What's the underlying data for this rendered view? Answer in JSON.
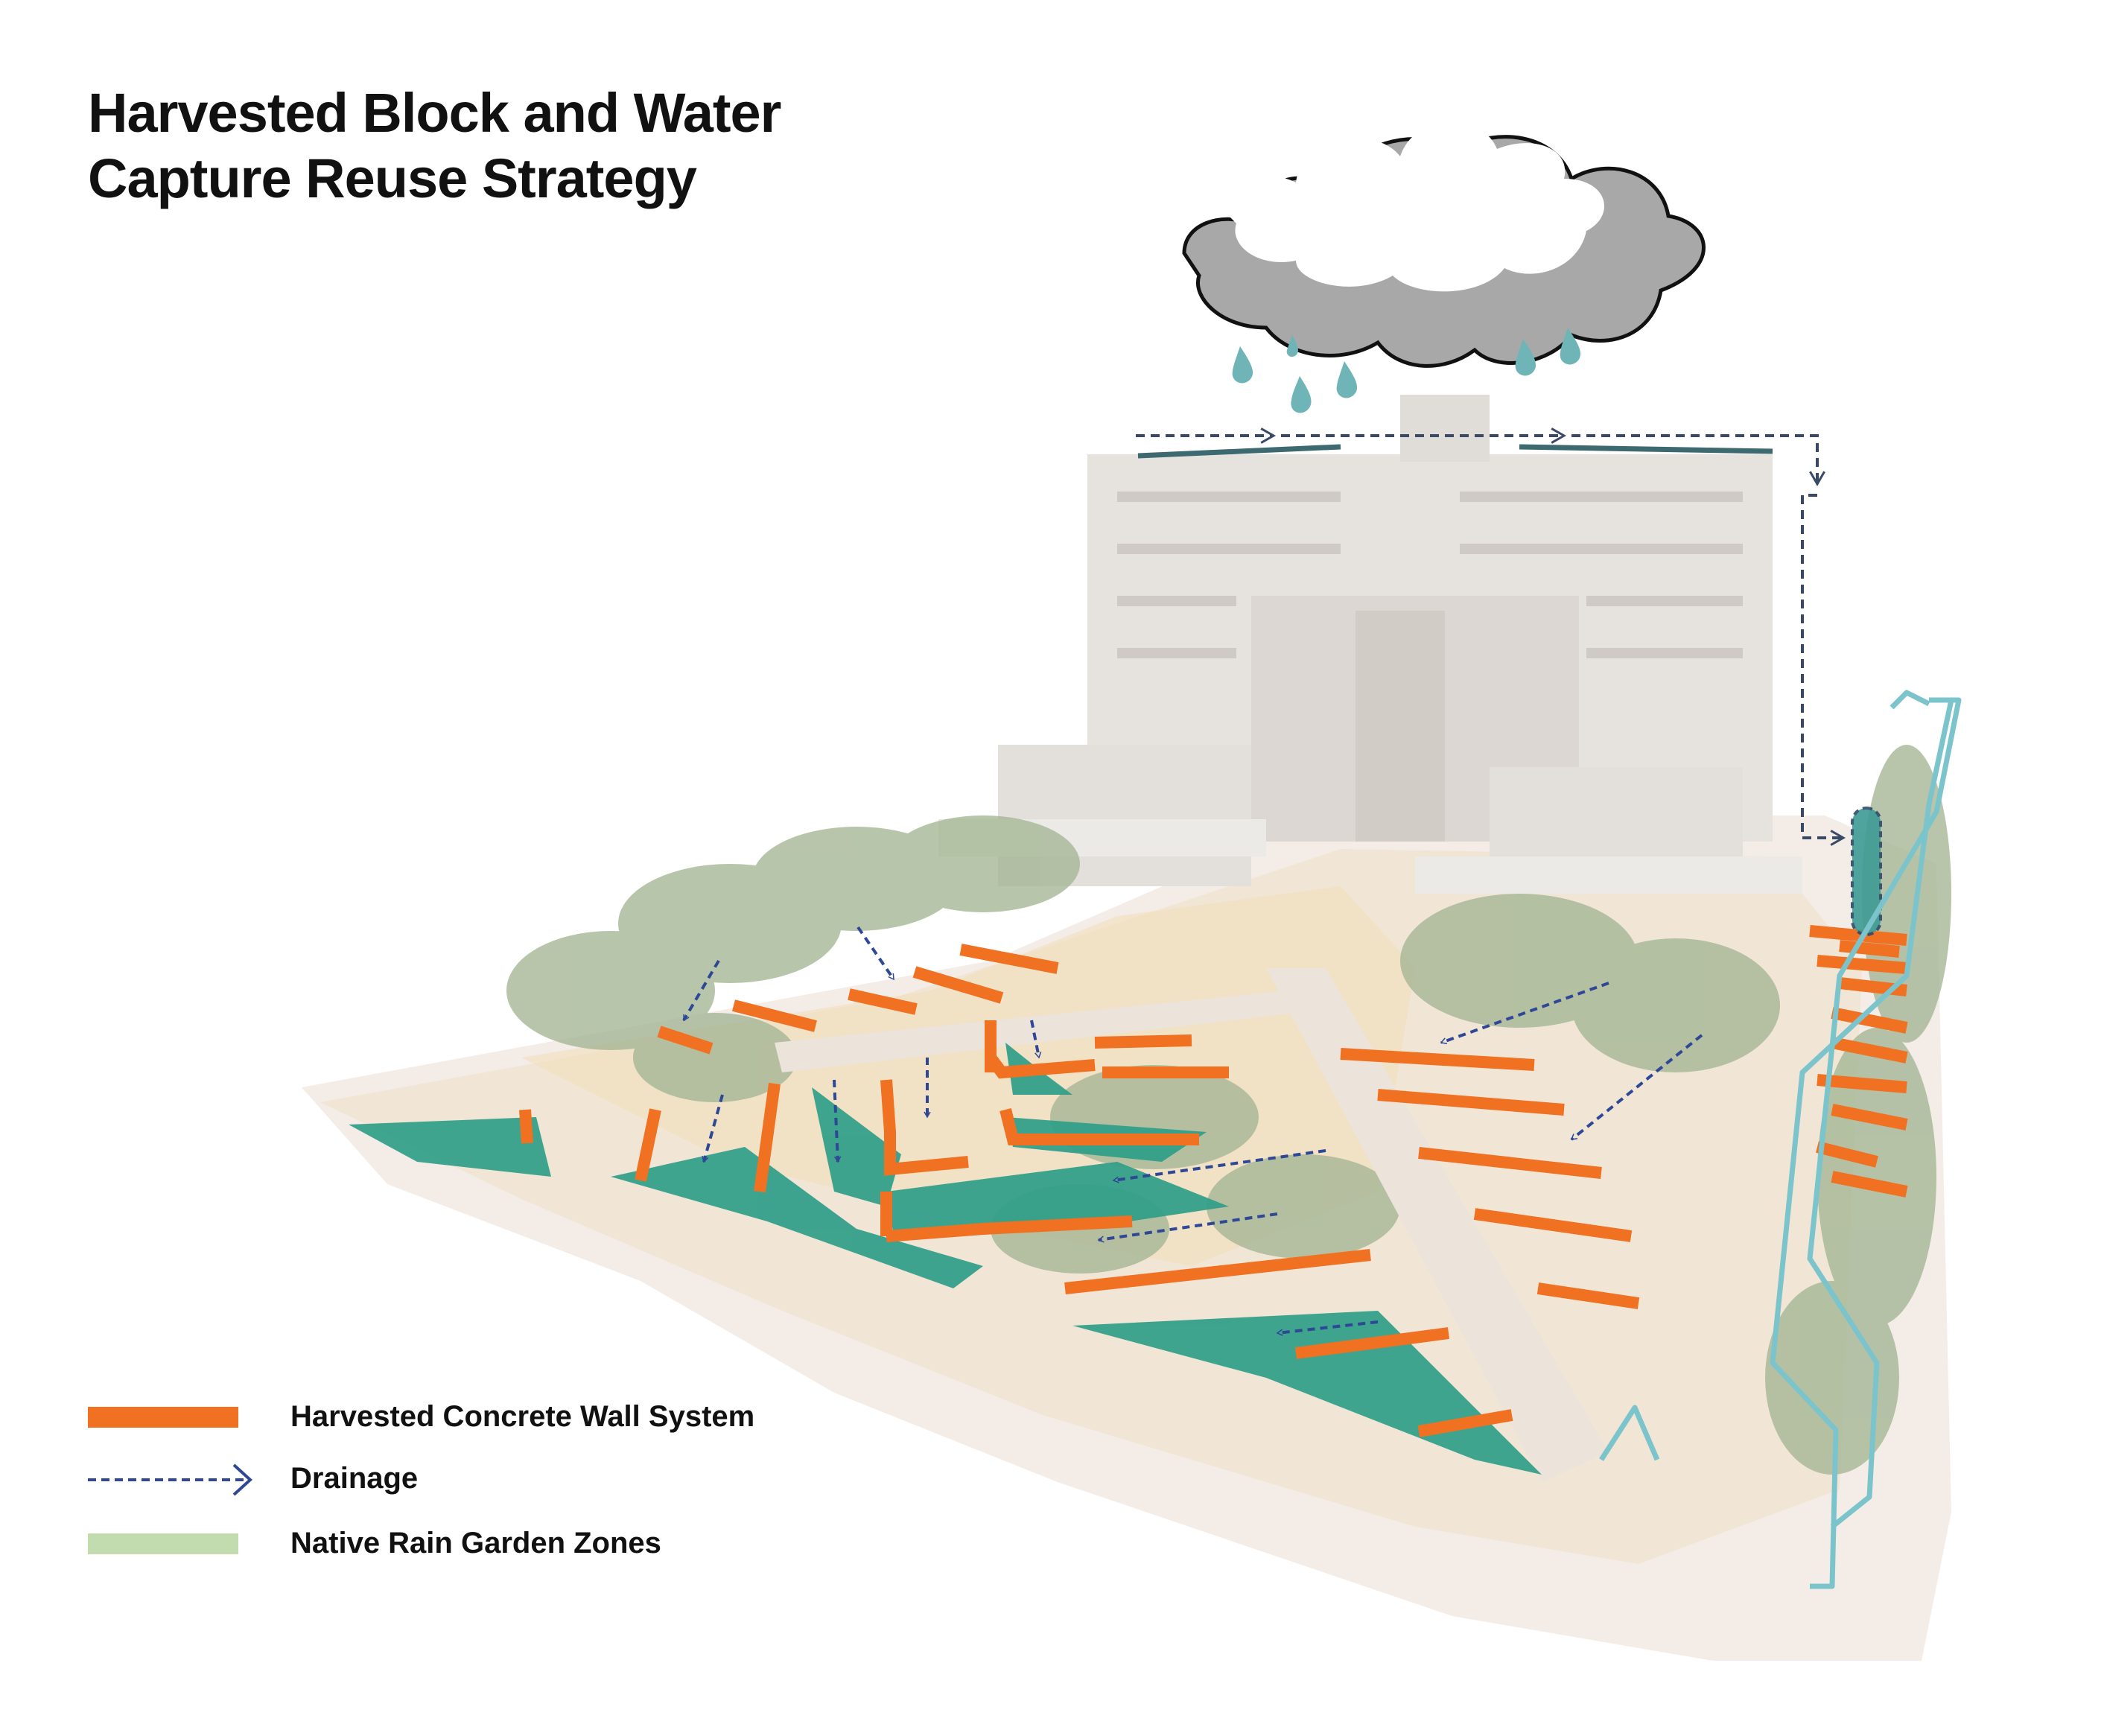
{
  "title": {
    "line1": "Harvested Block and Water",
    "line2": "Capture Reuse Strategy"
  },
  "legend": {
    "wall": {
      "label": "Harvested Concrete Wall System",
      "color": "#f07122"
    },
    "drainage": {
      "label": "Drainage",
      "color": "#2e4896"
    },
    "rain_garden": {
      "label": "Native Rain Garden Zones",
      "color": "#c3dcaf"
    }
  },
  "diagram_colors": {
    "rain_garden_fill": "#2f9e88",
    "cistern_flow": "#7cc4cc",
    "rain_drop": "#6fb5b8",
    "cloud_shadow": "#a8a8a8",
    "building": "#e4e0dc",
    "ground": "#f3ece6",
    "trees": "#9dae8c"
  },
  "icons": [
    "cloud-icon",
    "rain-drop-icon",
    "drainage-arrow-icon",
    "flow-arrow-icon"
  ]
}
